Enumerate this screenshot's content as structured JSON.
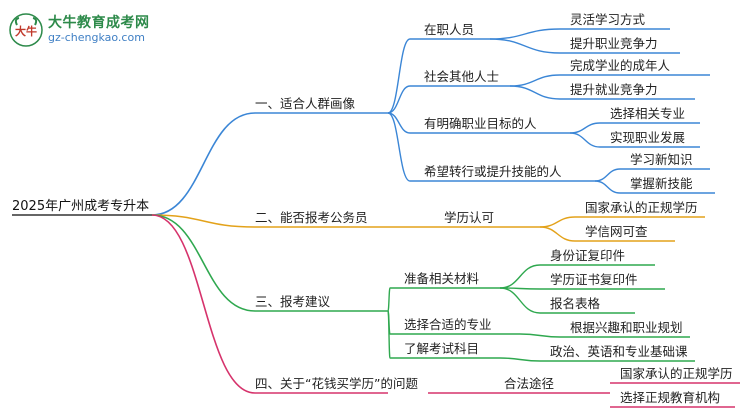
{
  "logo": {
    "title": "大牛教育成考网",
    "url": "gz-chengkao.com",
    "mark": "大牛"
  },
  "root": "2025年广州成考专升本",
  "colors": {
    "branch1": "#3b86d6",
    "branch2": "#e3a21a",
    "branch3": "#2fa84f",
    "branch4": "#d6336c",
    "root_line": "#333333"
  },
  "branches": [
    {
      "label": "一、适合人群画像",
      "color_key": "branch1",
      "children": [
        {
          "label": "在职人员",
          "children": [
            "灵活学习方式",
            "提升职业竞争力"
          ]
        },
        {
          "label": "社会其他人士",
          "children": [
            "完成学业的成年人",
            "提升就业竞争力"
          ]
        },
        {
          "label": "有明确职业目标的人",
          "children": [
            "选择相关专业",
            "实现职业发展"
          ]
        },
        {
          "label": "希望转行或提升技能的人",
          "children": [
            "学习新知识",
            "掌握新技能"
          ]
        }
      ]
    },
    {
      "label": "二、能否报考公务员",
      "color_key": "branch2",
      "children": [
        {
          "label": "学历认可",
          "children": [
            "国家承认的正规学历",
            "学信网可查"
          ]
        }
      ]
    },
    {
      "label": "三、报考建议",
      "color_key": "branch3",
      "children": [
        {
          "label": "准备相关材料",
          "children": [
            "身份证复印件",
            "学历证书复印件",
            "报名表格"
          ]
        },
        {
          "label": "选择合适的专业",
          "children": [
            "根据兴趣和职业规划"
          ]
        },
        {
          "label": "了解考试科目",
          "children": [
            "政治、英语和专业基础课"
          ]
        }
      ]
    },
    {
      "label": "四、关于“花钱买学历”的问题",
      "color_key": "branch4",
      "children": [
        {
          "label": "合法途径",
          "children": [
            "国家承认的正规学历",
            "选择正规教育机构"
          ]
        }
      ]
    }
  ]
}
